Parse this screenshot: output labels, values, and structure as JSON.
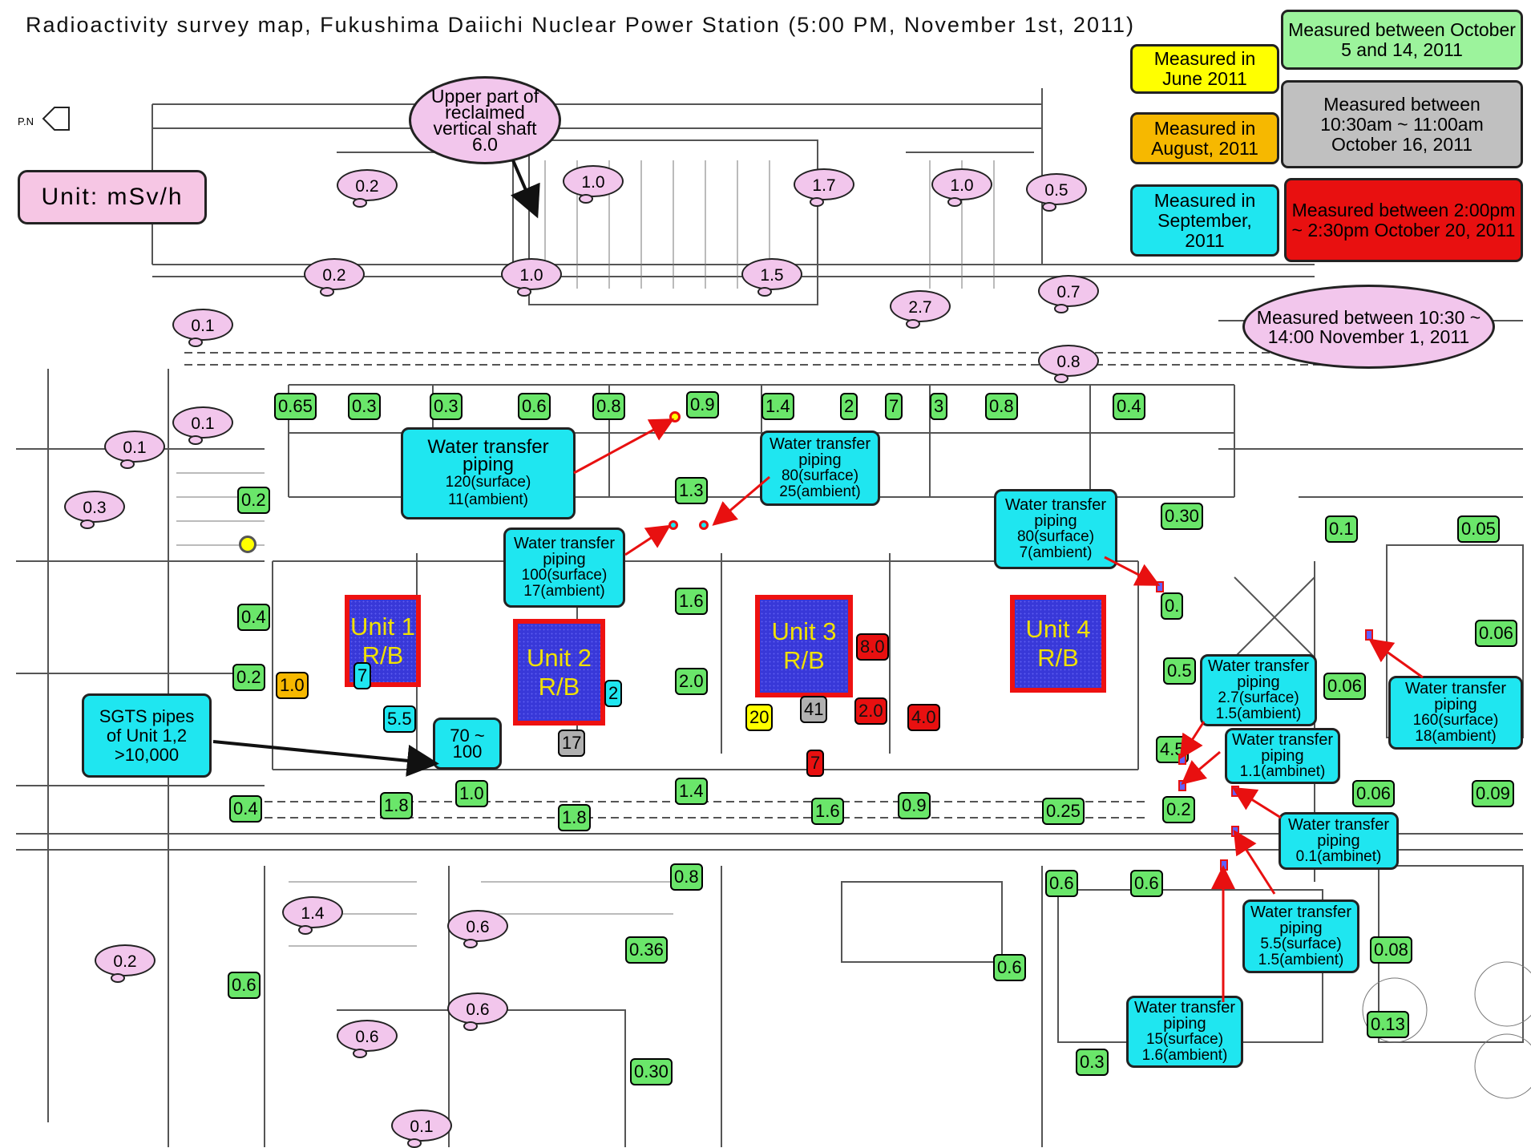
{
  "title": "Radioactivity survey map, Fukushima Daiichi Nuclear Power Station (5:00 PM, November 1st, 2011)",
  "unit_label": "Unit: mSv/h",
  "compass": "P.N",
  "legend": {
    "green": "Measured between October 5 and 14, 2011",
    "yellow": "Measured in June 2011",
    "gray": "Measured between 10:30am ~ 11:00am October 16, 2011",
    "orange": "Measured in August, 2011",
    "cyan": "Measured in September, 2011",
    "red": "Measured between 2:00pm ~ 2:30pm October 20, 2011",
    "pink_cloud": "Measured between 10:30 ~ 14:00 November 1, 2011"
  },
  "shaft_note": {
    "line1": "Upper part of",
    "line2": "reclaimed",
    "line3": "vertical shaft",
    "value": "6.0"
  },
  "units": [
    {
      "l1": "Unit 1",
      "l2": "R/B"
    },
    {
      "l1": "Unit 2",
      "l2": "R/B"
    },
    {
      "l1": "Unit 3",
      "l2": "R/B"
    },
    {
      "l1": "Unit 4",
      "l2": "R/B"
    }
  ],
  "sgts": {
    "l1": "SGTS pipes",
    "l2": "of Unit 1,2",
    "l3": ">10,000"
  },
  "sgts_value": {
    "l1": "70 ~",
    "l2": "100"
  },
  "pipes": [
    {
      "h1": "Water transfer",
      "h2": "piping",
      "a": "120(surface)",
      "b": "11(ambient)"
    },
    {
      "h1": "Water transfer",
      "h2": "piping",
      "a": "80(surface)",
      "b": "25(ambient)"
    },
    {
      "h1": "Water transfer",
      "h2": "piping",
      "a": "100(surface)",
      "b": "17(ambient)"
    },
    {
      "h1": "Water transfer",
      "h2": "piping",
      "a": "80(surface)",
      "b": "7(ambient)"
    },
    {
      "h1": "Water transfer",
      "h2": "piping",
      "a": "2.7(surface)",
      "b": "1.5(ambient)"
    },
    {
      "h1": "Water transfer",
      "h2": "piping",
      "a": "160(surface)",
      "b": "18(ambient)"
    },
    {
      "h1": "Water transfer",
      "h2": "piping",
      "a": "1.1(ambinet)",
      "b": ""
    },
    {
      "h1": "Water transfer",
      "h2": "piping",
      "a": "0.1(ambinet)",
      "b": ""
    },
    {
      "h1": "Water transfer",
      "h2": "piping",
      "a": "5.5(surface)",
      "b": "1.5(ambient)"
    },
    {
      "h1": "Water transfer",
      "h2": "piping",
      "a": "15(surface)",
      "b": "1.6(ambient)"
    }
  ],
  "clouds": [
    "0.2",
    "1.0",
    "1.7",
    "1.0",
    "0.5",
    "0.2",
    "1.0",
    "1.5",
    "2.7",
    "0.7",
    "0.1",
    "0.8",
    "0.1",
    "0.1",
    "0.3",
    "1.4",
    "0.6",
    "0.2",
    "0.6",
    "0.6",
    "0.1"
  ],
  "green": [
    "0.65",
    "0.3",
    "0.3",
    "0.6",
    "0.8",
    "0.9",
    "1.4",
    "2",
    "7",
    "3",
    "0.8",
    "0.4",
    "0.2",
    "1.3",
    "0.30",
    "0.1",
    "0.05",
    "0.4",
    "1.6",
    "0.",
    "0.06",
    "0.2",
    "2.0",
    "0.5",
    "0.06",
    "1.0",
    "1.8",
    "1.4",
    "4.5",
    "1.8",
    "1.6",
    "0.9",
    "0.25",
    "0.2",
    "0.06",
    "0.09",
    "0.4",
    "0.8",
    "0.6",
    "0.6",
    "0.36",
    "0.08",
    "0.6",
    "0.6",
    "0.13",
    "0.30",
    "0.3"
  ],
  "yellow": [
    "20"
  ],
  "orange": [
    "1.0"
  ],
  "cyan": [
    "7",
    "5.5",
    "2"
  ],
  "gray": [
    "41",
    "17"
  ],
  "red": [
    "8.0",
    "2.0",
    "4.0",
    "7"
  ]
}
